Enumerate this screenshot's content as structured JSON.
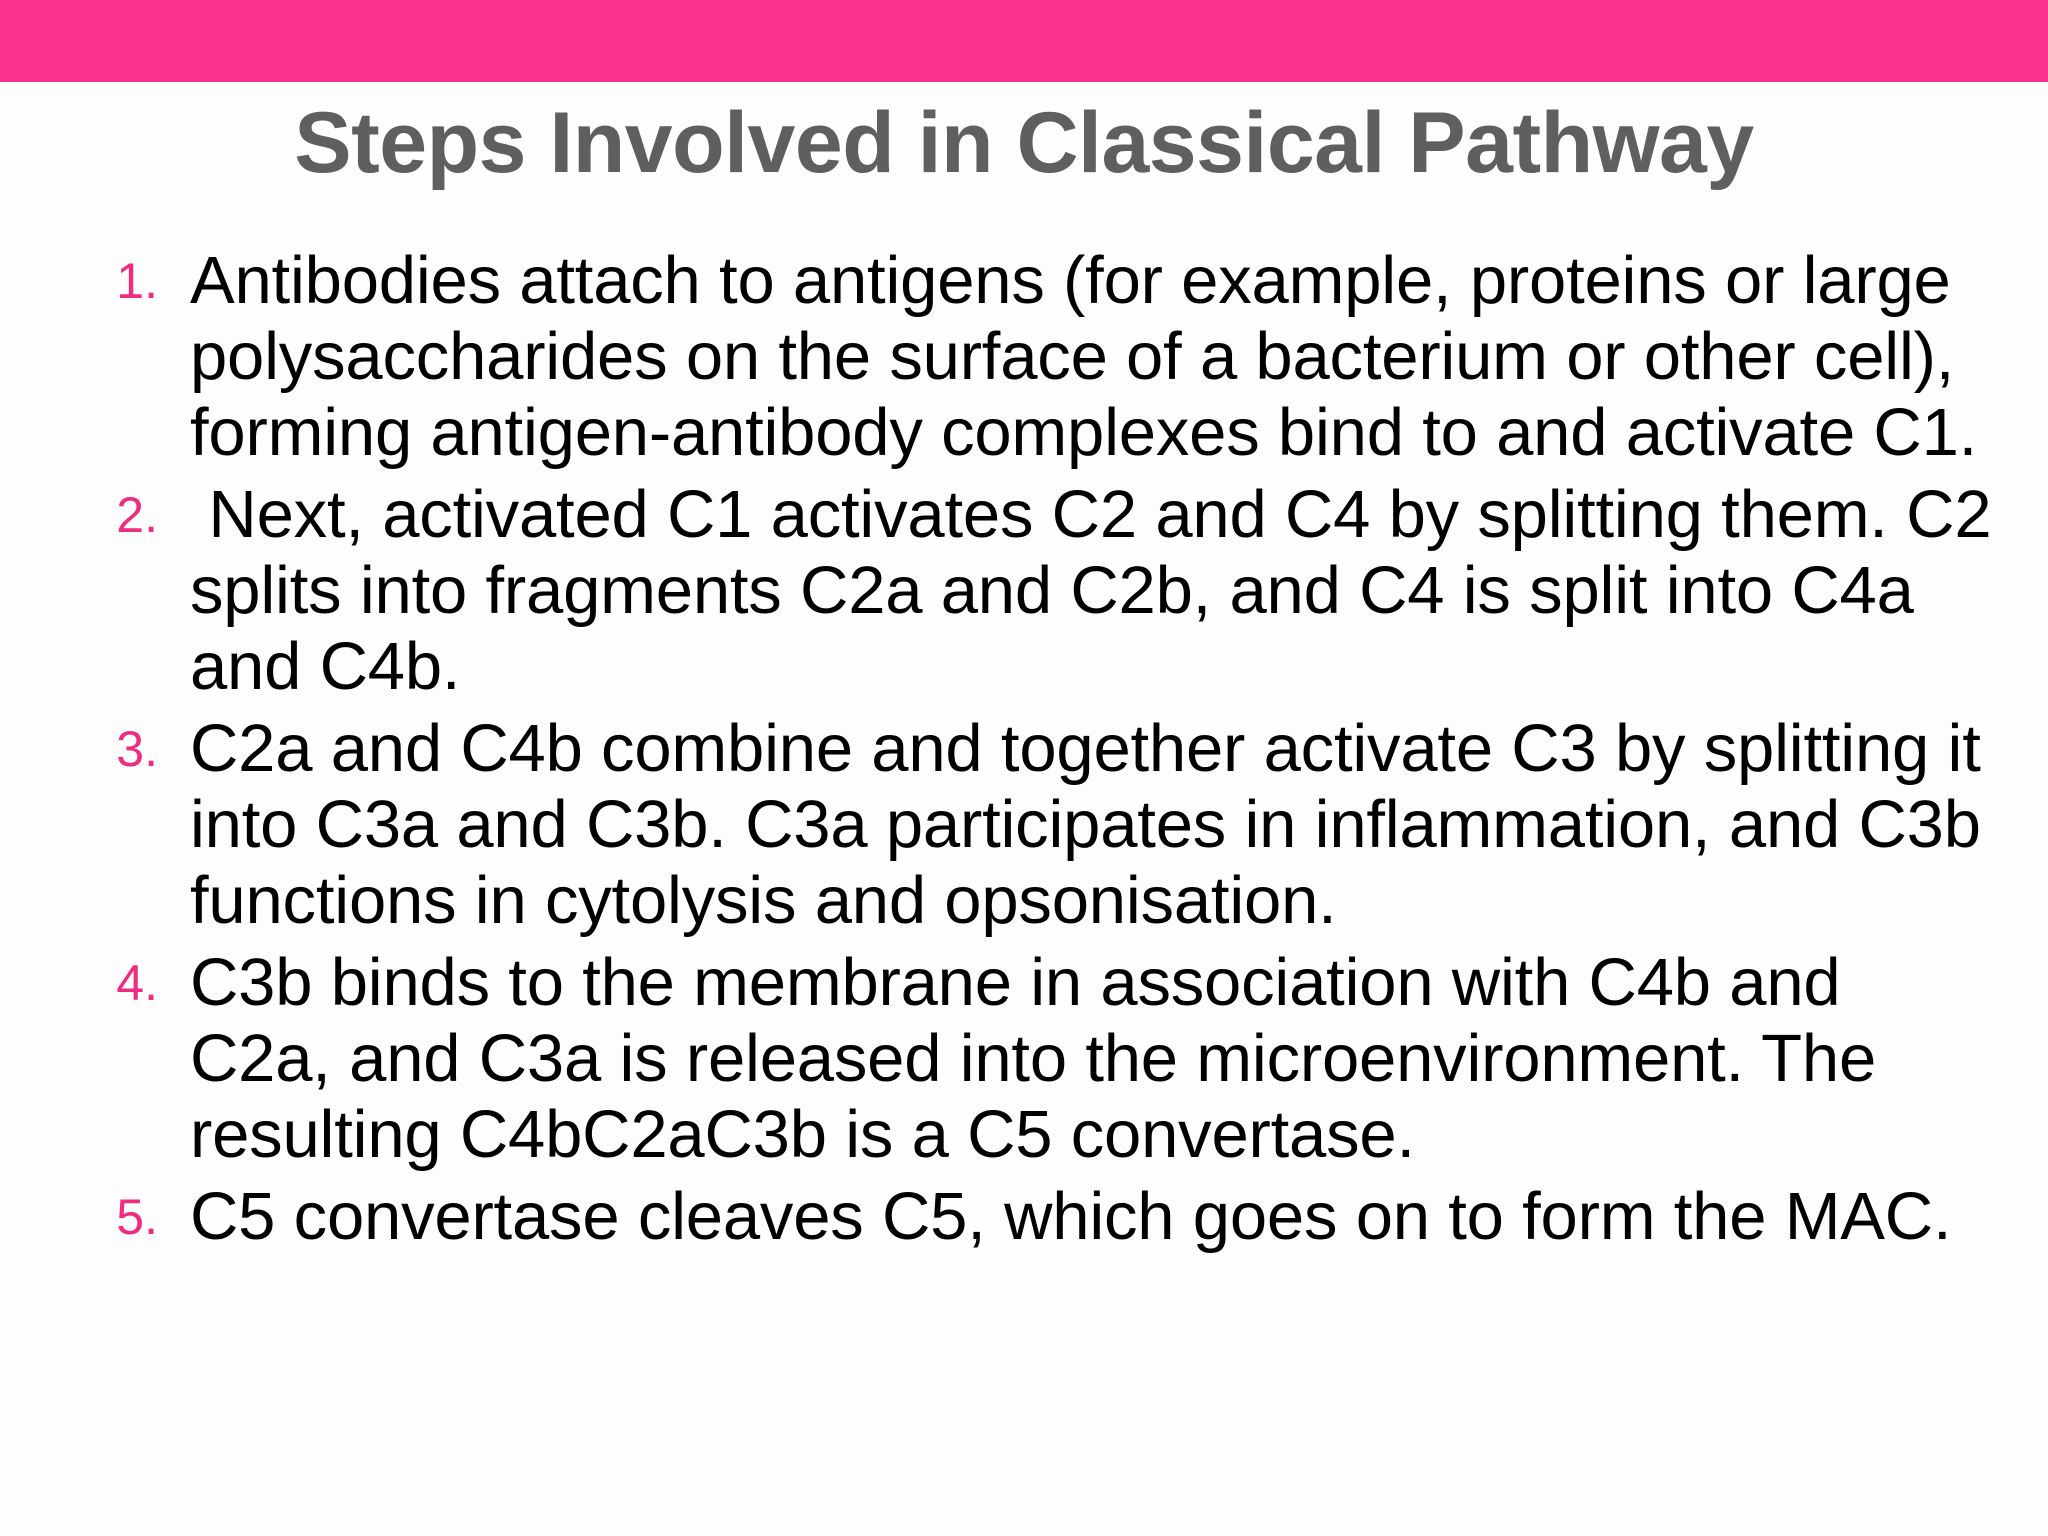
{
  "slide": {
    "title": "Steps Involved in Classical Pathway",
    "accent_color": "#fb338c",
    "title_color": "#5f5f5f",
    "marker_color": "#ef2d80",
    "body_color": "#000000",
    "background_color": "#fdfdfd"
  },
  "list": {
    "items": [
      {
        "marker": "1.",
        "text": "Antibodies attach to antigens (for example, proteins or large polysaccharides on the surface of a bacterium or other cell), forming antigen-antibody complexes bind to and activate C1."
      },
      {
        "marker": "2.",
        "text": " Next, activated C1 activates C2 and C4 by splitting them. C2 splits into fragments C2a and C2b, and C4 is split into C4a and C4b."
      },
      {
        "marker": "3.",
        "text": "C2a and C4b combine and together activate C3 by splitting it into C3a and C3b. C3a participates in inflammation, and C3b functions in cytolysis and opsonisation."
      },
      {
        "marker": "4.",
        "text": "C3b binds to the membrane in association with C4b and C2a, and C3a is released into the microenvironment. The resulting C4bC2aC3b is a C5 convertase."
      },
      {
        "marker": "5.",
        "text": "C5 convertase cleaves C5, which goes on to form the MAC."
      }
    ]
  }
}
